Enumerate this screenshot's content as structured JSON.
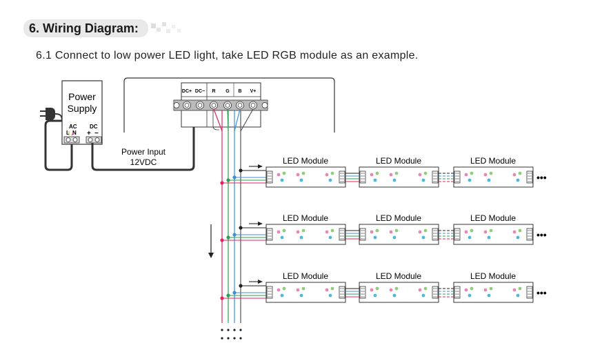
{
  "section": {
    "number": "6.",
    "title": "Wiring Diagram:"
  },
  "subtitle": "6.1 Connect to low power LED light, take LED RGB module as an example.",
  "power_supply": {
    "label_line1": "Power",
    "label_line2": "Supply",
    "ac_label": "AC",
    "l_label": "L",
    "n_label": "N",
    "dc_label": "DC",
    "plus": "+",
    "minus": "−"
  },
  "controller_terminals": [
    "DC+",
    "DC−",
    "R",
    "G",
    "B",
    "V+"
  ],
  "power_input": {
    "line1": "Power Input",
    "line2": "12VDC"
  },
  "module_label": "LED Module",
  "continuation": "•••",
  "colors": {
    "red": "#e0245e",
    "green": "#2e9e4f",
    "blue": "#3a8fd6",
    "black": "#222222"
  },
  "icons": [
    "plug-icon",
    "arrow-down-icon",
    "arrow-right-icon",
    "screw-terminal-icon"
  ]
}
